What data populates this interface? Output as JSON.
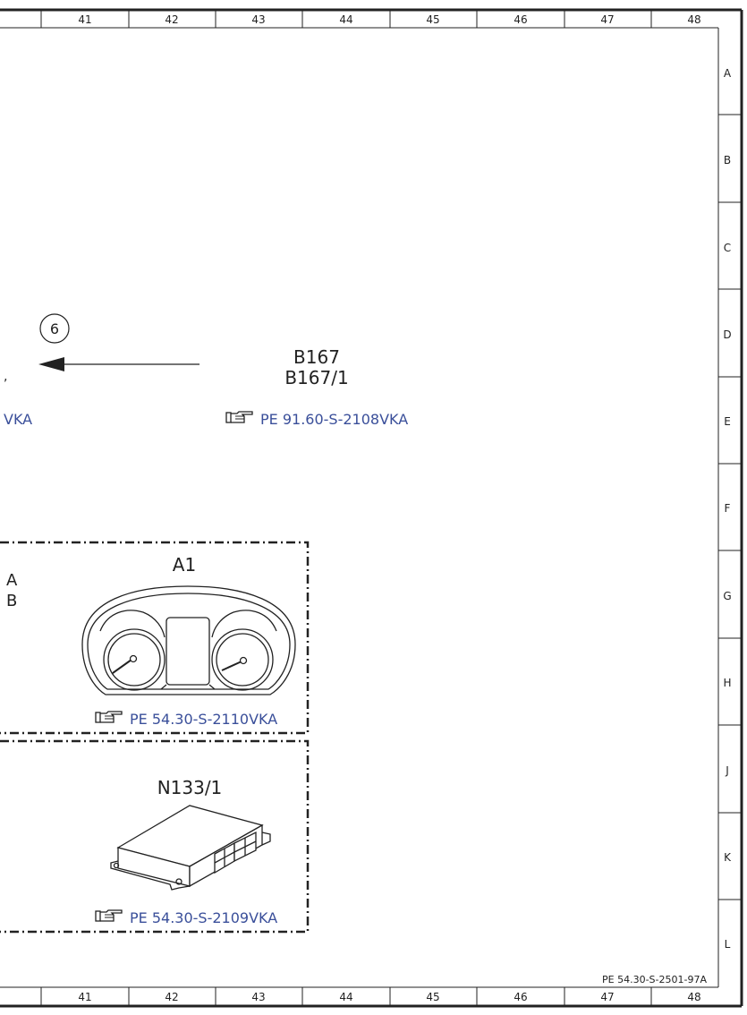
{
  "grid": {
    "columns": [
      "41",
      "42",
      "43",
      "44",
      "45",
      "46",
      "47",
      "48"
    ],
    "rows": [
      "A",
      "B",
      "C",
      "D",
      "E",
      "F",
      "G",
      "H",
      "J",
      "K",
      "L"
    ]
  },
  "connector": {
    "number": "6"
  },
  "components": {
    "b167": {
      "labels": [
        "B167",
        "B167/1"
      ],
      "reference": "PE 91.60-S-2108VKA",
      "cut_reference": "VKA"
    },
    "a1": {
      "label": "A1",
      "reference": "PE 54.30-S-2110VKA",
      "side_labels": [
        "A",
        "B"
      ]
    },
    "n133": {
      "label": "N133/1",
      "reference": "PE 54.30-S-2109VKA"
    }
  },
  "sheet_id": "PE 54.30-S-2501-97A",
  "colors": {
    "link": "#3a4f9a",
    "line": "#222222"
  }
}
